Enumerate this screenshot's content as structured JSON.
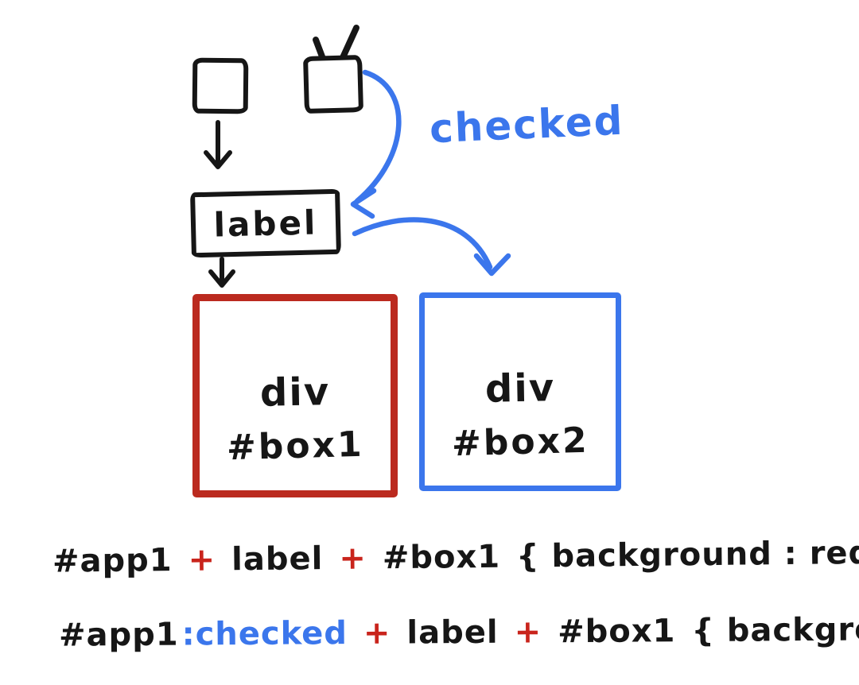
{
  "colors": {
    "ink": "#161616",
    "blue": "#3b76ec",
    "red": "#c9241c",
    "box_red_border": "#bb2a1f",
    "box_blue_border": "#3b76ec"
  },
  "diagram": {
    "checked_annotation": "checked",
    "label_box_text": "label",
    "box1": {
      "tag": "div",
      "id": "#box1"
    },
    "box2": {
      "tag": "div",
      "id": "#box2"
    },
    "icons": {
      "checkbox_unchecked": "empty-square",
      "checkbox_checked": "square-with-checkmark",
      "arrows": [
        "down-arrow",
        "down-arrow",
        "curved-arrow-to-label",
        "curved-arrow-to-box2"
      ]
    }
  },
  "css_rules": [
    {
      "tokens": [
        {
          "text": "#app1",
          "color": "ink"
        },
        {
          "text": "+",
          "color": "red"
        },
        {
          "text": "label",
          "color": "ink"
        },
        {
          "text": "+",
          "color": "red"
        },
        {
          "text": "#box1",
          "color": "ink"
        },
        {
          "text": "{ background : red;}",
          "color": "ink"
        }
      ]
    },
    {
      "tokens": [
        {
          "text": "#app1",
          "color": "ink"
        },
        {
          "text": ":checked",
          "color": "blue"
        },
        {
          "text": "+",
          "color": "red"
        },
        {
          "text": "label",
          "color": "ink"
        },
        {
          "text": "+",
          "color": "red"
        },
        {
          "text": "#box1",
          "color": "ink"
        },
        {
          "text": "{ background : blue;}",
          "color": "ink"
        }
      ]
    }
  ]
}
